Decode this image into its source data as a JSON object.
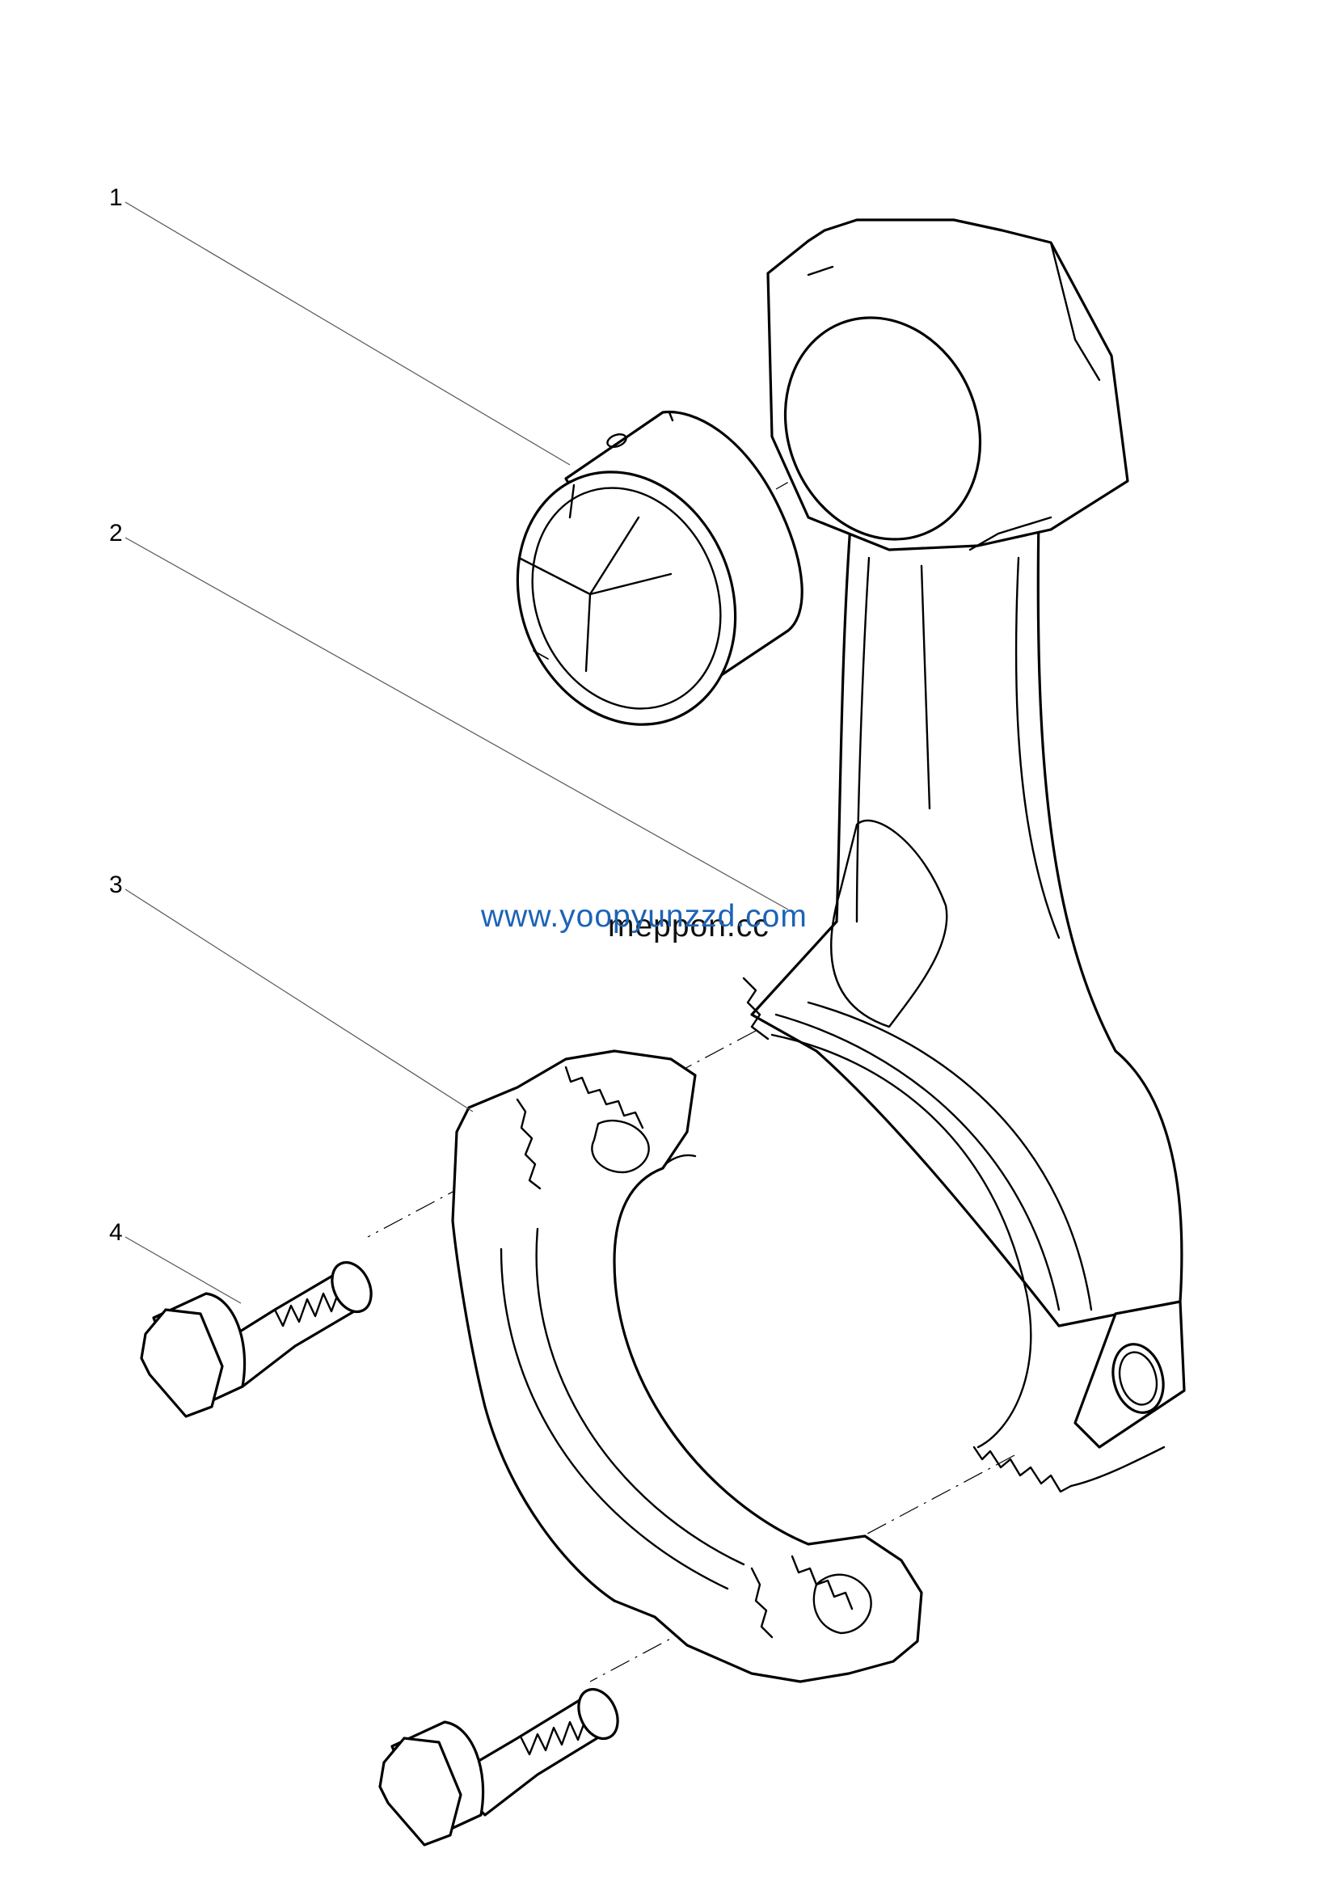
{
  "diagram": {
    "callouts": [
      {
        "number": "1"
      },
      {
        "number": "2"
      },
      {
        "number": "3"
      },
      {
        "number": "4"
      }
    ],
    "watermark": {
      "primary": "www.yoopyunzzd.com",
      "secondary": "meppon.cc",
      "primary_color": "#1c63b7",
      "secondary_color": "#111111"
    }
  }
}
